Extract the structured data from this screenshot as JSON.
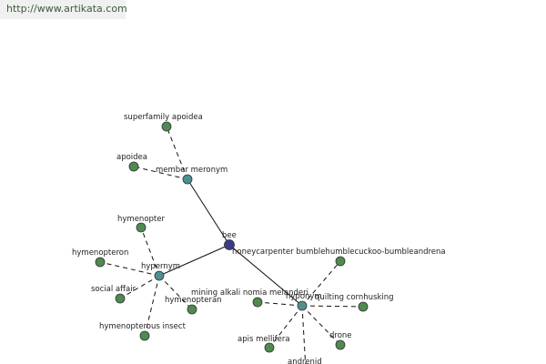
{
  "header": {
    "url": "http://www.artikata.com"
  },
  "graph": {
    "center": {
      "id": "bee",
      "label": "bee"
    },
    "relations": [
      {
        "id": "member-meronym",
        "label": "member meronym"
      },
      {
        "id": "hypernym",
        "label": "hypernym"
      },
      {
        "id": "hyponym",
        "label": "hyponym"
      }
    ],
    "leaves": [
      {
        "id": "superfamily-apoidea",
        "label": "superfamily apoidea",
        "relation": "member-meronym"
      },
      {
        "id": "apoidea",
        "label": "apoidea",
        "relation": "member-meronym"
      },
      {
        "id": "hymenopter",
        "label": "hymenopter",
        "relation": "hypernym"
      },
      {
        "id": "hymenopteron",
        "label": "hymenopteron",
        "relation": "hypernym"
      },
      {
        "id": "social-affair",
        "label": "social affair",
        "relation": "hypernym"
      },
      {
        "id": "hymenopteran",
        "label": "hymenopteran",
        "relation": "hypernym"
      },
      {
        "id": "hymenopterous-insect",
        "label": "hymenopterous insect",
        "relation": "hypernym"
      },
      {
        "id": "honeycarpenter-bumblebee",
        "label": "honeycarpenter bumblehumblecuckoo-bumbleandrena",
        "relation": "hyponym"
      },
      {
        "id": "mining-alkali-nomia-melanderi",
        "label": "mining alkali nomia melanderi",
        "relation": "hyponym"
      },
      {
        "id": "quilting-cornhusking",
        "label": "quilting cornhusking",
        "relation": "hyponym"
      },
      {
        "id": "drone",
        "label": "drone",
        "relation": "hyponym"
      },
      {
        "id": "apis-mellifera",
        "label": "apis mellifera",
        "relation": "hyponym"
      },
      {
        "id": "andrenid",
        "label": "andrenid",
        "relation": "hyponym"
      }
    ]
  }
}
